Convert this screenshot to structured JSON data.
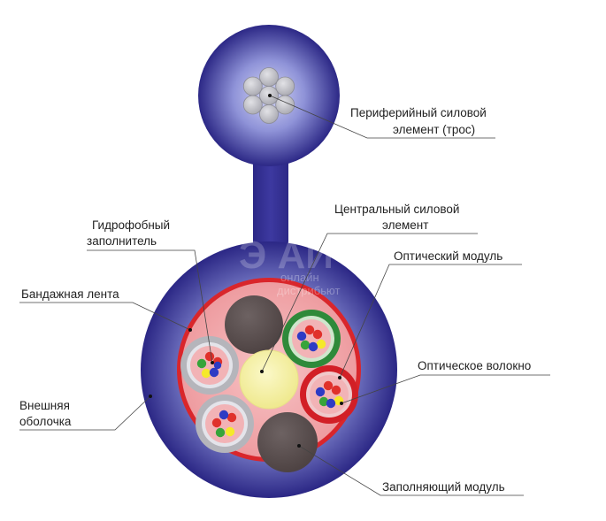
{
  "labels": {
    "peripheral_line1": "Периферийный силовой",
    "peripheral_line2": "элемент (трос)",
    "central_line1": "Центральный силовой",
    "central_line2": "элемент",
    "hydrophobic_line1": "Гидрофобный",
    "hydrophobic_line2": "заполнитель",
    "optical_module": "Оптический модуль",
    "binding_tape": "Бандажная лента",
    "optical_fiber": "Оптическое волокно",
    "outer_sheath_line1": "Внешняя",
    "outer_sheath_line2": "оболочка",
    "filler_module": "Заполняющий модуль"
  },
  "watermark": {
    "mark": "Э АЙ",
    "line1": "онлайн",
    "line2": "дистрибьют"
  },
  "colors": {
    "sheath_outer": "#2e2a8c",
    "sheath_inner": "#c9cbf1",
    "binding_tape": "#d9262b",
    "filling_pink": "#f2a7aa",
    "central_element": "#f7f3a4",
    "filler_module": "#5a4e4e",
    "module_gray": "#b5b5bb",
    "module_green": "#2f8a3a",
    "module_red": "#d21f26",
    "fiber_red": "#e0312b",
    "fiber_blue": "#2e3bc4",
    "fiber_green": "#37a43a",
    "fiber_yellow": "#f5e92a"
  }
}
